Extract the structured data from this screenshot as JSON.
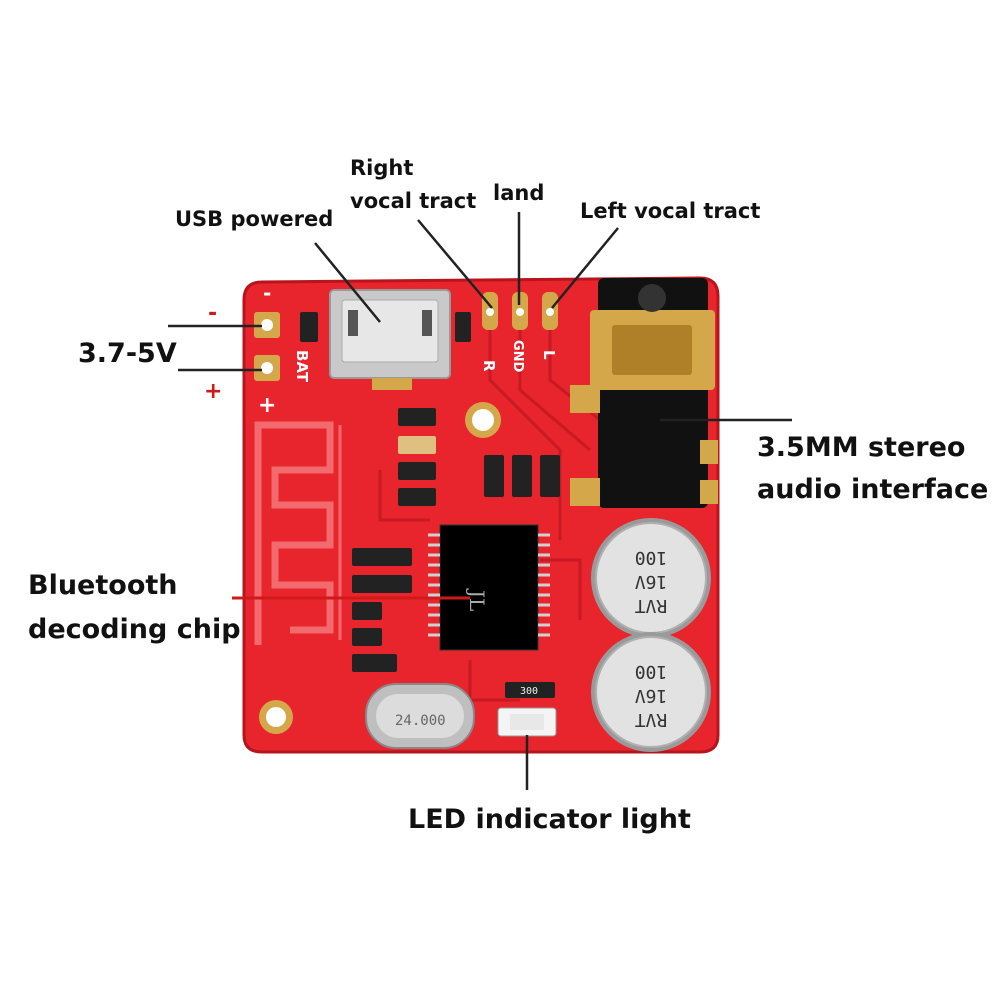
{
  "labels": {
    "usb": "USB powered",
    "right_line1": "Right",
    "right_line2": "vocal tract",
    "land": "land",
    "left": "Left vocal tract",
    "voltage": "3.7-5V",
    "jack_line1": "3.5MM stereo",
    "jack_line2": "audio interface",
    "chip_line1": "Bluetooth",
    "chip_line2": "decoding chip",
    "led": "LED indicator light"
  },
  "board_marks": {
    "minus": "-",
    "plus": "+",
    "bat": "BAT",
    "pin_r": "R",
    "pin_gnd": "GND",
    "pin_l": "L",
    "cap_text_1": "RVT",
    "cap_text_2": "16V",
    "cap_text_3": "100",
    "crystal": "24.000",
    "chip_marking": "JL",
    "led_resistor": "300"
  },
  "colors": {
    "board": "#e8242c",
    "board_edge": "#b8141c",
    "trace": "#c71a22",
    "gold": "#d4a84a",
    "leader": "#222222",
    "red_leader": "#d01a1a"
  }
}
